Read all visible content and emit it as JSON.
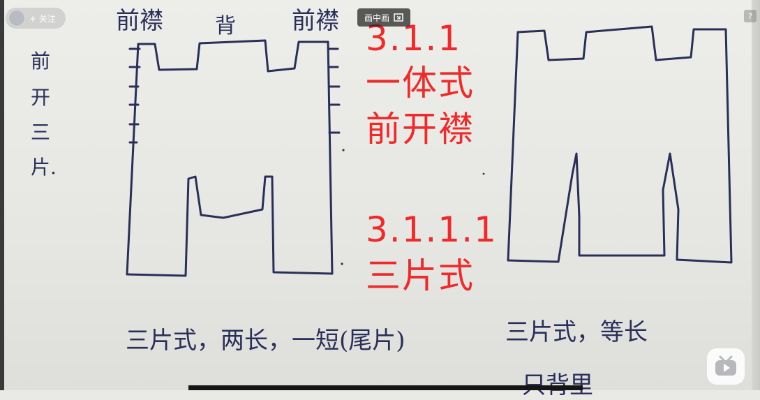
{
  "overlay": {
    "follow_label": "+ 关注",
    "pip_label": "画中画",
    "corner_icon": "?"
  },
  "annotations": {
    "line1": "3.1.1",
    "line2": "一体式",
    "line3": "前开襟",
    "line4": "3.1.1.1",
    "line5": "三片式"
  },
  "handwriting": {
    "top_left": "前襟",
    "top_center": "背",
    "top_right": "前襟",
    "side_vertical": [
      "前",
      "开",
      "三",
      "片."
    ],
    "caption_left": "三片式，两长，一短(尾片)",
    "caption_right": "三片式，等长",
    "caption_bottom_right": "只背里"
  },
  "colors": {
    "accent_red": "#f02a2a",
    "ink": "#2a2f5a"
  }
}
